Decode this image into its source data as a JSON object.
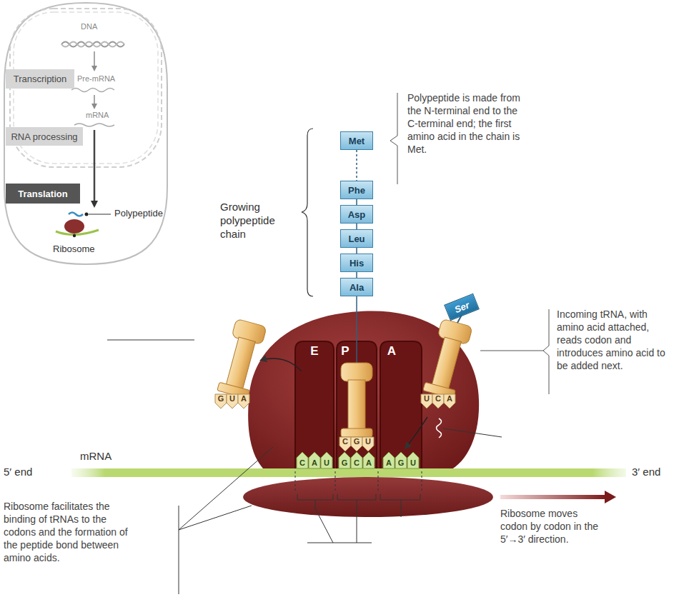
{
  "diagram": {
    "nodes": [
      {
        "text": [
          "Transcription"
        ]
      },
      {
        "text": [
          "RNA processing"
        ]
      },
      {
        "text": [
          "Translation"
        ]
      },
      {
        "text": [
          "Met"
        ]
      },
      {
        "text": [
          "Phe"
        ]
      },
      {
        "text": [
          "Asp"
        ]
      },
      {
        "text": [
          "Leu"
        ]
      },
      {
        "text": [
          "His"
        ]
      },
      {
        "text": [
          "Ala"
        ]
      },
      {
        "text": [
          "Ser"
        ]
      }
    ],
    "edges": [
      {
        "from": 3,
        "to": 4,
        "arrow": "none"
      },
      {
        "from": 4,
        "to": 5,
        "arrow": "none"
      },
      {
        "from": 5,
        "to": 6,
        "arrow": "none"
      },
      {
        "from": 6,
        "to": 7,
        "arrow": "none"
      },
      {
        "from": 7,
        "to": 8,
        "arrow": "none"
      }
    ],
    "labels": [
      "DNA",
      "Pre-mRNA",
      "mRNA",
      "Polypeptide",
      "Ribosome",
      "Polypeptide is made from the N-terminal end to the C-terminal end; the first amino acid in the chain is Met.",
      "Growing polypeptide chain",
      "Incoming tRNA, with amino acid attached, reads codon and introduces amino acid to be added next.",
      "E",
      "P",
      "A",
      "G",
      "U",
      "A",
      "C",
      "G",
      "U",
      "U",
      "C",
      "A",
      "mRNA",
      "5′ end",
      "C",
      "A",
      "U",
      "G",
      "C",
      "A",
      "A",
      "G",
      "U",
      "3′ end",
      "Ribosome facilitates the binding of tRNAs to the codons and the formation of the peptide bond between amino acids.",
      "Ribosome moves codon by codon in the 5′→3′ direction."
    ]
  }
}
